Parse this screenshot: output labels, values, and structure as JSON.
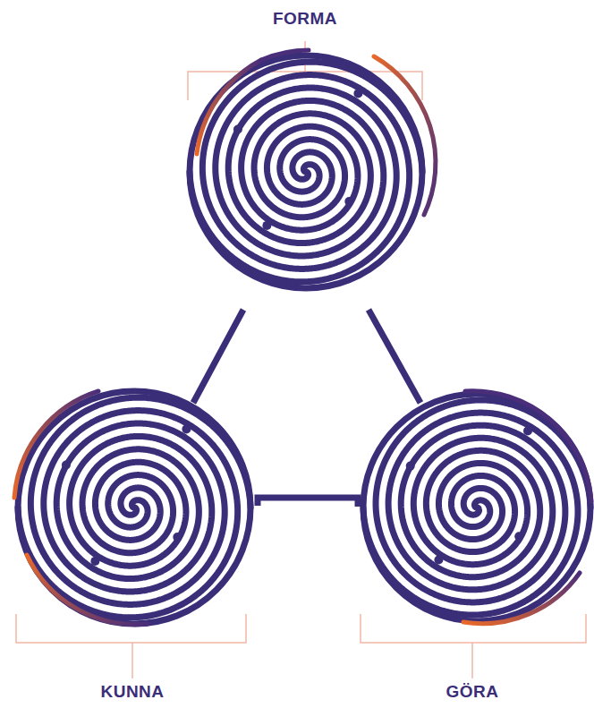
{
  "diagram": {
    "labels": [
      "FORMA",
      "KUNNA",
      "GÖRA"
    ]
  }
}
